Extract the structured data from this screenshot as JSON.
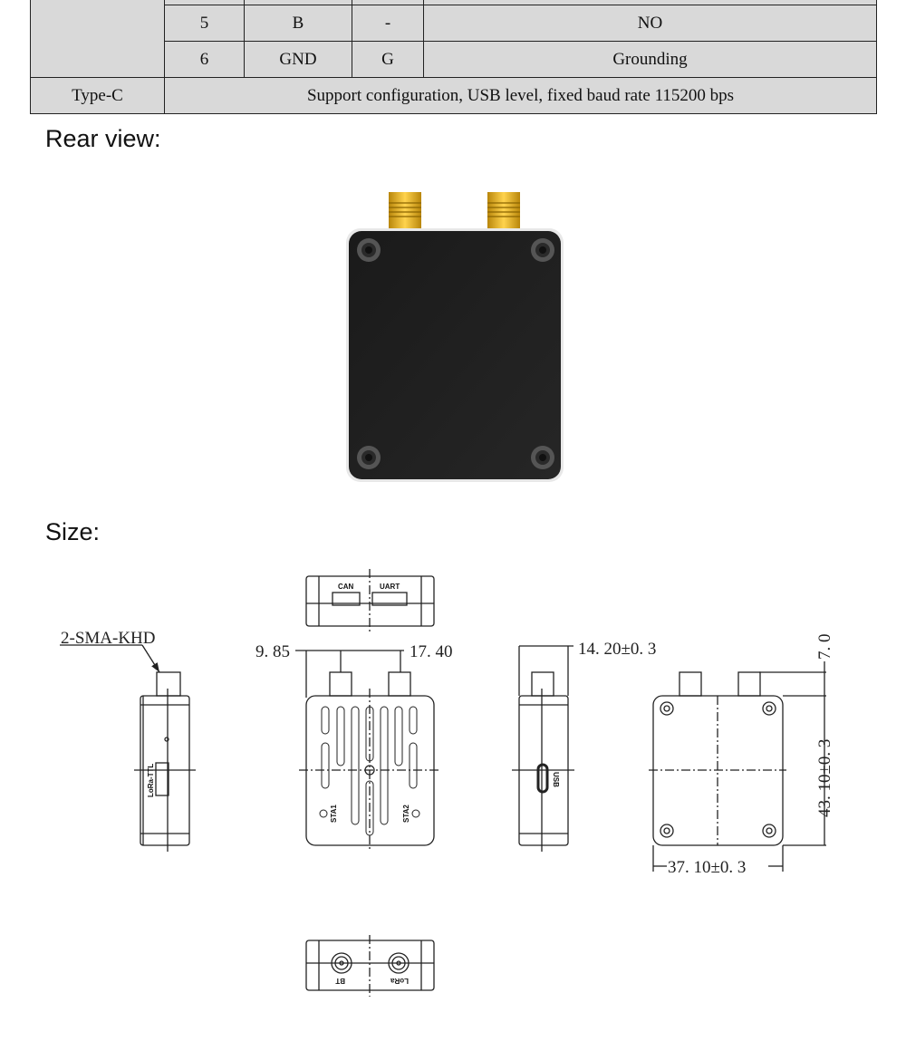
{
  "table": {
    "rows": [
      {
        "pin": "5",
        "name": "B",
        "type": "-",
        "desc": "NO"
      },
      {
        "pin": "6",
        "name": "GND",
        "type": "G",
        "desc": "Grounding"
      }
    ],
    "typec": {
      "label": "Type-C",
      "desc": "Support configuration, USB level, fixed baud rate 115200 bps"
    }
  },
  "sections": {
    "rear_view": "Rear view:",
    "size": "Size:"
  },
  "drawing": {
    "antenna_label": "2-SMA-KHD",
    "top_ports": [
      "CAN",
      "UART"
    ],
    "side_port_left": "LoRa-TTL",
    "side_port_right": "USB",
    "leds": [
      "STA1",
      "STA2"
    ],
    "bottom_ports": [
      "BT",
      "LoRa"
    ],
    "dims": {
      "d1": "9. 85",
      "d2": "17. 40",
      "thickness": "14. 20±0. 3",
      "connector_height": "7. 0",
      "height": "43. 10±0. 3",
      "width": "37. 10±0. 3"
    }
  }
}
